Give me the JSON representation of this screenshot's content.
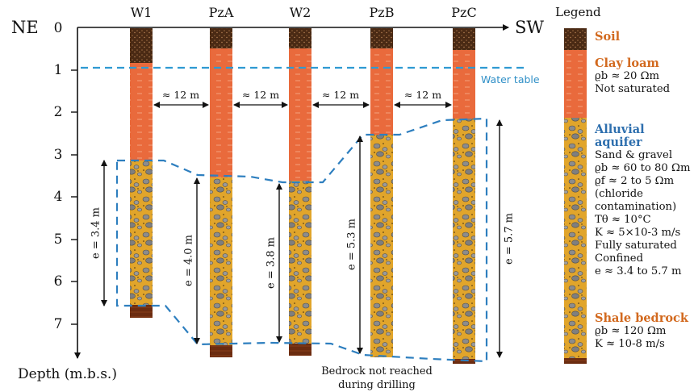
{
  "header": {
    "left_dir": "NE",
    "right_dir": "SW",
    "legend_title": "Legend"
  },
  "axis": {
    "label": "Depth (m.b.s.)",
    "ticks": [
      "0",
      "1",
      "2",
      "3",
      "4",
      "5",
      "6",
      "7"
    ]
  },
  "wells": [
    "W1",
    "PzA",
    "W2",
    "PzB",
    "PzC"
  ],
  "spacing_labels": [
    "≈ 12 m",
    "≈ 12 m",
    "≈ 12 m",
    "≈ 12 m"
  ],
  "water_table": "Water table",
  "aquifer_thickness": [
    "e = 3.4 m",
    "e = 4.0 m",
    "e = 3.8 m",
    "e = 5.3 m",
    "e = 5.7 m"
  ],
  "note": "Bedrock not reached during drilling",
  "legend": {
    "soil": "Soil",
    "clay_title": "Clay loam",
    "clay_lines": [
      "ϱb ≈ 20 Ωm",
      "Not saturated"
    ],
    "aquifer_title": "Alluvial aquifer",
    "aquifer_lines": [
      "Sand & gravel",
      "ϱb ≈ 60 to 80 Ωm",
      "ϱf ≈ 2 to 5 Ωm",
      "(chloride",
      "contamination)",
      "Tθ ≈ 10°C",
      "K ≈ 5×10-3 m/s",
      "Fully saturated",
      "Confined",
      "e ≈ 3.4 to 5.7 m"
    ],
    "bedrock_title": "Shale bedrock",
    "bedrock_lines": [
      "ϱb ≈ 120 Ωm",
      "K ≈ 10-8 m/s"
    ]
  },
  "colors": {
    "soil": "#4a2a14",
    "clay": "#e96a3c",
    "aquifer": "#e1a52b",
    "bedrock": "#6b2c10",
    "water_table": "#2f9ad2",
    "aquifer_outline": "#2e7fbf"
  }
}
